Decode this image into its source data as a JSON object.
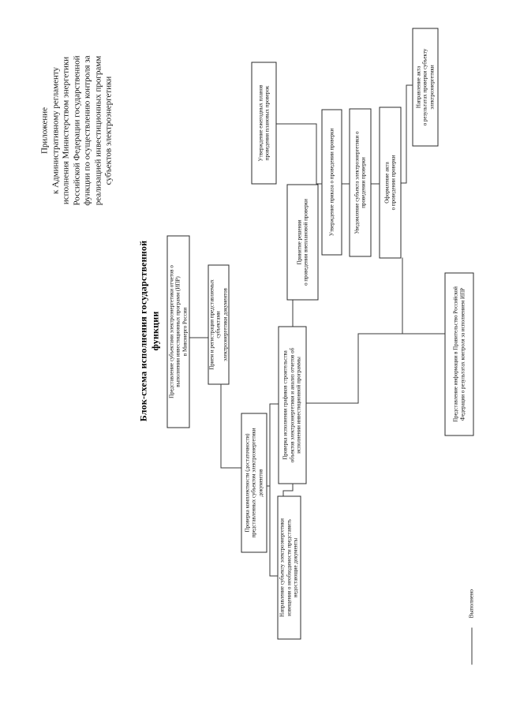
{
  "document": {
    "header_lines": "Приложение\nк Административному регламенту\nисполнения Министерством энергетики\nРоссийской Федерации государственной\nфункции по осуществлению контроля за\nреализацией инвестиционных программ\nсубъектов электроэнергетики",
    "title": "Блок-схема исполнения государственной функции",
    "legend": {
      "label": "Выполнено"
    }
  },
  "flowchart": {
    "boxes": [
      {
        "id": "submit-reports",
        "text": "Представление субъектами электроэнергетики отчетов о\nвыполнении инвестиционных программ (ИПР)\nв Минэнерго России"
      },
      {
        "id": "receive-register",
        "text": "Прием и регистрация представляемых субъектами\nэлектроэнергетики документов"
      },
      {
        "id": "check-completeness",
        "text": "Проверка комплектности (достаточности)\nпредставленных субъектом электроэнергетики\nдокументов"
      },
      {
        "id": "check-schedule",
        "text": "Проверка исполнения графиков строительства\nобъектов электроэнергетики и анализ отчетов об\nисполнении инвестиционной программы"
      },
      {
        "id": "decision-unplanned",
        "text": "Принятие решения\nо проведении внеплановой проверки"
      },
      {
        "id": "approve-annual-plans",
        "text": "Утверждение ежегодных планов\nпроведения плановых проверок"
      },
      {
        "id": "approve-order",
        "text": "Утверждение приказа о проведении проверки"
      },
      {
        "id": "notify-subject",
        "text": "Уведомление субъекта электроэнергетики о\nпроведении проверки"
      },
      {
        "id": "draw-up-act",
        "text": "Оформление акта\nо проведении проверки"
      },
      {
        "id": "send-act",
        "text": "Направление акта\nо результатах проверки субъекту\nэлектроэнергетики"
      },
      {
        "id": "inform-government",
        "text": "Представление информации в Правительство Российской\nФедерации о результатах контроля за исполнением ИПР"
      },
      {
        "id": "request-missing-docs",
        "text": "Направление субъекту электроэнергетики\nизвещения о необходимости представить\nнедостающие документы"
      }
    ]
  }
}
